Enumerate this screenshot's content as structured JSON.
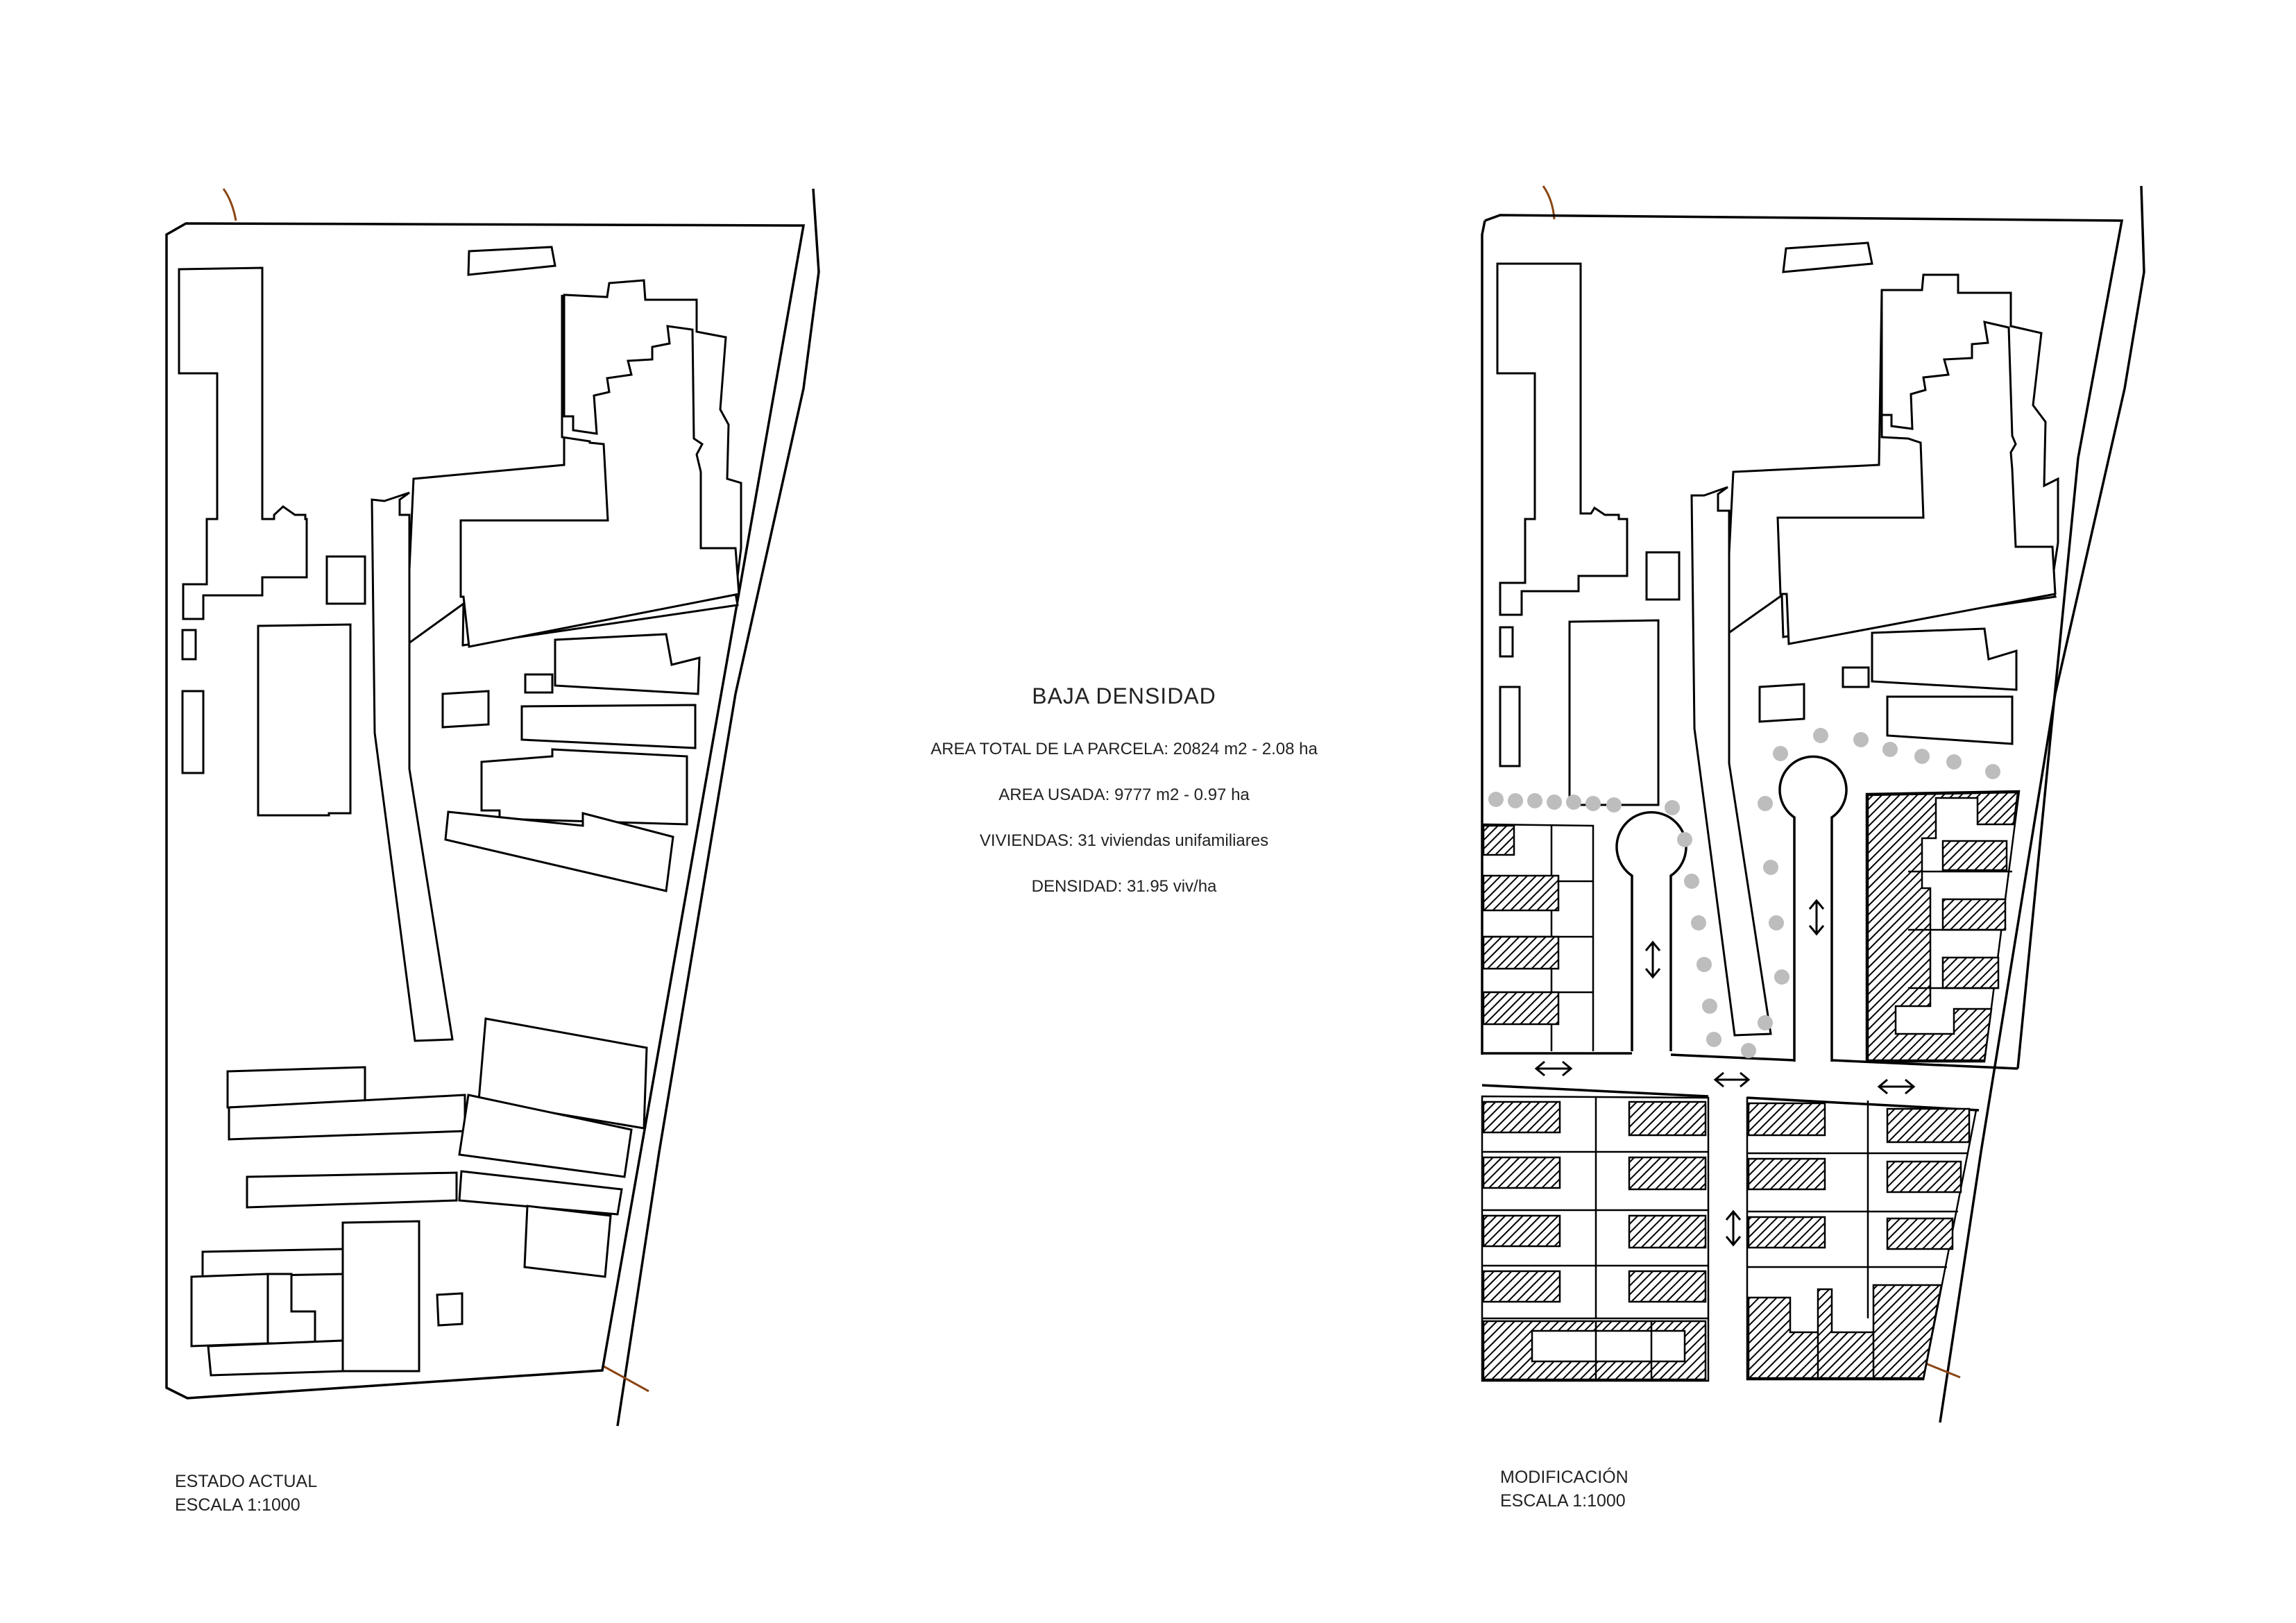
{
  "summary": {
    "title": "BAJA DENSIDAD",
    "area_total": "AREA TOTAL DE LA PARCELA: 20824 m2 - 2.08 ha",
    "area_usada": "AREA USADA: 9777 m2 - 0.97 ha",
    "viviendas": "VIVIENDAS: 31 viviendas unifamiliares",
    "densidad": "DENSIDAD: 31.95 viv/ha"
  },
  "plan_left": {
    "caption_line1": "ESTADO ACTUAL",
    "caption_line2": "ESCALA 1:1000"
  },
  "plan_right": {
    "caption_line1": "MODIFICACIÓN",
    "caption_line2": "ESCALA 1:1000"
  },
  "colors": {
    "lines": "#000000",
    "boundary_markers": "#8b4513",
    "trees": "#bdbdbd"
  }
}
